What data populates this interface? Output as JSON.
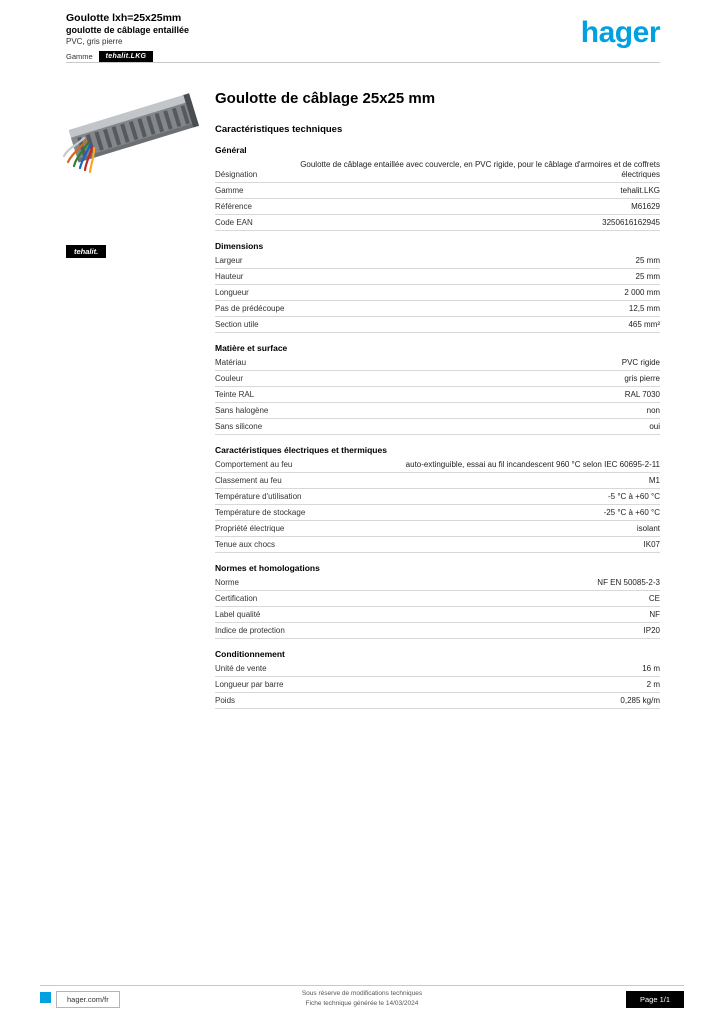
{
  "header": {
    "line1": "Goulotte lxh=25x25mm",
    "line2": "goulotte de câblage entaillée",
    "line3": "PVC, gris pierre",
    "badge_label": "Gamme",
    "range_badge": "tehalit.LKG",
    "logo_text": "hager"
  },
  "left_column": {
    "brand_badge": "tehalit."
  },
  "main": {
    "title": "Goulotte de câblage 25x25 mm",
    "subtitle": "Caractéristiques techniques",
    "sections": [
      {
        "heading": "Général",
        "rows": [
          {
            "label": "Désignation",
            "value": "Goulotte de câblage entaillée avec couvercle, en PVC rigide, pour le câblage d'armoires et de coffrets électriques"
          },
          {
            "label": "Gamme",
            "value": "tehalit.LKG"
          },
          {
            "label": "Référence",
            "value": "M61629"
          },
          {
            "label": "Code EAN",
            "value": "3250616162945"
          }
        ]
      },
      {
        "heading": "Dimensions",
        "rows": [
          {
            "label": "Largeur",
            "value": "25 mm"
          },
          {
            "label": "Hauteur",
            "value": "25 mm"
          },
          {
            "label": "Longueur",
            "value": "2 000 mm"
          },
          {
            "label": "Pas de prédécoupe",
            "value": "12,5 mm"
          },
          {
            "label": "Section utile",
            "value": "465 mm²"
          }
        ]
      },
      {
        "heading": "Matière et surface",
        "rows": [
          {
            "label": "Matériau",
            "value": "PVC rigide"
          },
          {
            "label": "Couleur",
            "value": "gris pierre"
          },
          {
            "label": "Teinte RAL",
            "value": "RAL 7030"
          },
          {
            "label": "Sans halogène",
            "value": "non"
          },
          {
            "label": "Sans silicone",
            "value": "oui"
          }
        ]
      },
      {
        "heading": "Caractéristiques électriques et thermiques",
        "rows": [
          {
            "label": "Comportement au feu",
            "value": "auto-extinguible, essai au fil incandescent 960 °C selon IEC 60695-2-11"
          },
          {
            "label": "Classement au feu",
            "value": "M1"
          },
          {
            "label": "Température d'utilisation",
            "value": "-5 °C à +60 °C"
          },
          {
            "label": "Température de stockage",
            "value": "-25 °C à +60 °C"
          },
          {
            "label": "Propriété électrique",
            "value": "isolant"
          },
          {
            "label": "Tenue aux chocs",
            "value": "IK07"
          }
        ]
      },
      {
        "heading": "Normes et homologations",
        "rows": [
          {
            "label": "Norme",
            "value": "NF EN 50085-2-3"
          },
          {
            "label": "Certification",
            "value": "CE"
          },
          {
            "label": "Label qualité",
            "value": "NF"
          },
          {
            "label": "Indice de protection",
            "value": "IP20"
          }
        ]
      },
      {
        "heading": "Conditionnement",
        "rows": [
          {
            "label": "Unité de vente",
            "value": "16 m"
          },
          {
            "label": "Longueur par barre",
            "value": "2 m"
          },
          {
            "label": "Poids",
            "value": "0,285 kg/m"
          }
        ]
      }
    ]
  },
  "footer": {
    "site": "hager.com/fr",
    "center_line1": "Sous réserve de modifications techniques",
    "center_line2": "Fiche technique générée le 14/03/2024",
    "page_box": "Page 1/1"
  }
}
